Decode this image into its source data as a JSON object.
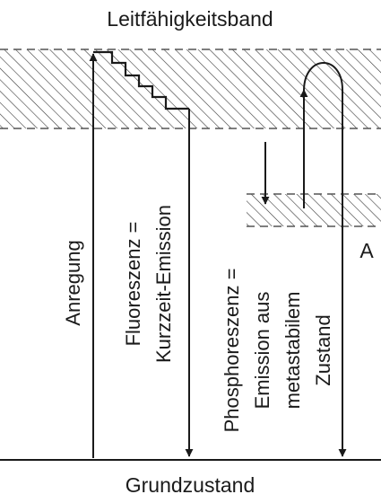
{
  "diagram": {
    "top_label": "Leitfähigkeitsband",
    "bottom_label": "Grundzustand",
    "point_label": "A",
    "excitation_label": "Anregung",
    "fluorescence_lines": [
      "Fluoreszenz =",
      "Kurzzeit-Emission"
    ],
    "phosphorescence_lines": [
      "Phosphoreszenz =",
      "Emission aus",
      "metastabilem",
      "Zustand"
    ]
  }
}
